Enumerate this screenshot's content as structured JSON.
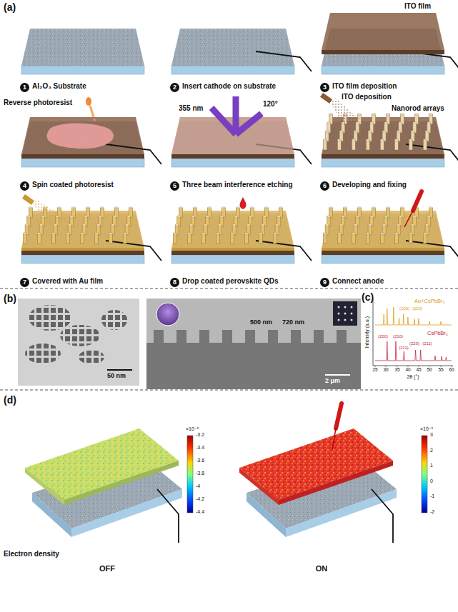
{
  "diagram": {
    "labels": [
      "(a)",
      "ITO film",
      "1",
      "Al₂O₃ Substrate",
      "2",
      "Insert cathode on substrate",
      "3",
      "ITO film deposition",
      "Reverse photoresist",
      "355 nm",
      "120°",
      "ITO deposition",
      "Nanorod arrays",
      "4",
      "Spin coated photoresist",
      "5",
      "Three beam interference etching",
      "6",
      "Developing and fixing",
      "7",
      "Covered with Au film",
      "8",
      "Drop coated perovskite QDs",
      "9",
      "Connect anode",
      "(b)",
      "50 nm",
      "500 nm",
      "720 nm",
      "2 μm",
      "(c)",
      "Au+CsPbBr₃",
      "(100)",
      "(110)",
      "CsPbBr₃",
      "(200)",
      "(210)",
      "(211)",
      "(220)",
      "(211)",
      "Intensity (a.u.)",
      "2θ (°)",
      "25",
      "30",
      "35",
      "40",
      "45",
      "50",
      "55",
      "60",
      "(d)",
      "Electron density",
      "OFF",
      "ON",
      "×10⁻⁵",
      "-3.2",
      "-3.4",
      "-3.6",
      "-3.8",
      "-4",
      "-4.2",
      "-4.4",
      "×10⁻⁵",
      "3",
      "2",
      "1",
      "0",
      "-1",
      "-2"
    ]
  }
}
